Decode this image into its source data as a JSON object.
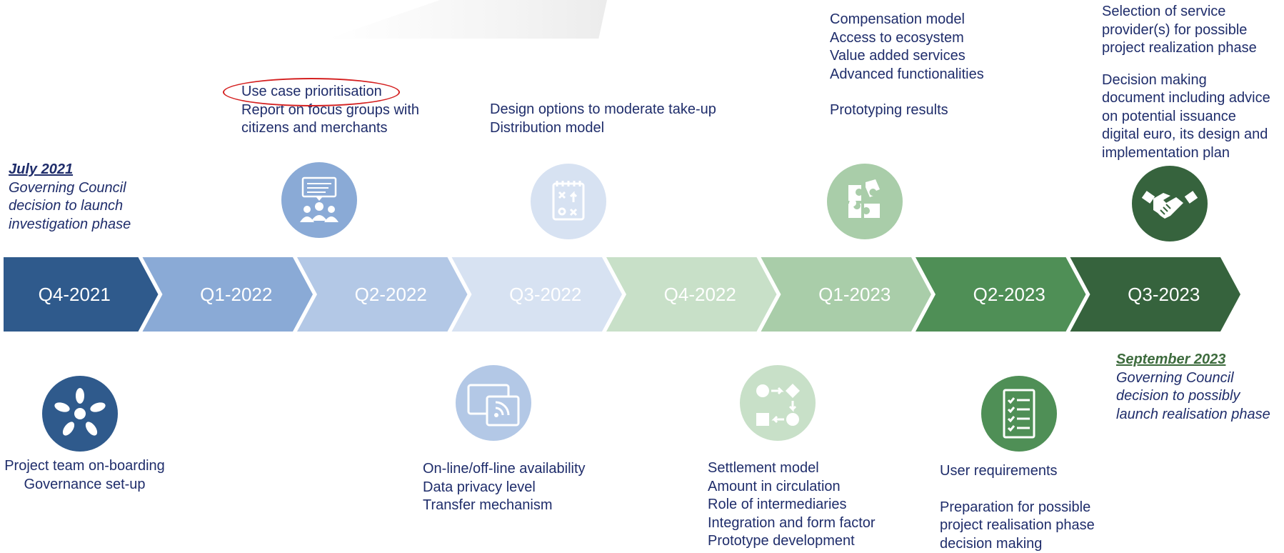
{
  "timeline": {
    "quarters": [
      {
        "label": "Q4-2021",
        "color": "#2f5a8c",
        "text": "#ffffff"
      },
      {
        "label": "Q1-2022",
        "color": "#8aaad6",
        "text": "#ffffff"
      },
      {
        "label": "Q2-2022",
        "color": "#b3c8e6",
        "text": "#ffffff"
      },
      {
        "label": "Q3-2022",
        "color": "#d7e2f2",
        "text": "#ffffff"
      },
      {
        "label": "Q4-2022",
        "color": "#c8e0c8",
        "text": "#ffffff"
      },
      {
        "label": "Q1-2023",
        "color": "#a9cda9",
        "text": "#ffffff"
      },
      {
        "label": "Q2-2023",
        "color": "#4f8f56",
        "text": "#ffffff"
      },
      {
        "label": "Q3-2023",
        "color": "#36633d",
        "text": "#ffffff"
      }
    ]
  },
  "start_note": {
    "heading": "July 2021",
    "lines": [
      "Governing Council",
      "decision to launch",
      "investigation phase"
    ]
  },
  "end_note": {
    "heading": "September 2023",
    "lines": [
      "Governing Council",
      "decision to possibly",
      "launch realisation phase"
    ]
  },
  "top": {
    "q1_2022": [
      "Use case prioritisation",
      "Report on focus groups with",
      "citizens and merchants"
    ],
    "q3_2022": [
      "Design options to moderate take-up",
      "Distribution model"
    ],
    "q1_2023_a": [
      "Compensation model",
      "Access to ecosystem",
      "Value added services",
      "Advanced functionalities"
    ],
    "q1_2023_b": [
      "Prototyping results"
    ],
    "q3_2023_a": [
      "Selection of service",
      "provider(s) for possible",
      "project realization phase"
    ],
    "q3_2023_b": [
      "Decision making",
      "document including advice",
      "on potential issuance",
      "digital euro, its design and",
      "implementation plan"
    ]
  },
  "bottom": {
    "q4_2021": [
      "Project team on-boarding",
      "Governance set-up"
    ],
    "q2_2022": [
      "On-line/off-line availability",
      "Data privacy level",
      "Transfer mechanism"
    ],
    "q4_2022": [
      "Settlement model",
      "Amount in circulation",
      "Role of intermediaries",
      "Integration and form factor",
      "Prototype development"
    ],
    "q2_2023_a": [
      "User requirements"
    ],
    "q2_2023_b": [
      "Preparation for possible",
      "project realisation phase",
      "decision making"
    ]
  },
  "icons": {
    "team": {
      "name": "hands-circle-icon",
      "color": "#2f5a8c"
    },
    "focus": {
      "name": "focus-group-icon",
      "color": "#8aaad6"
    },
    "online": {
      "name": "wireless-device-icon",
      "color": "#b3c8e6"
    },
    "strategy": {
      "name": "strategy-board-icon",
      "color": "#d7e2f2"
    },
    "process": {
      "name": "process-flow-icon",
      "color": "#c8e0c8"
    },
    "puzzle": {
      "name": "puzzle-icon",
      "color": "#a9cda9"
    },
    "checklist": {
      "name": "checklist-icon",
      "color": "#4f8f56"
    },
    "handshake": {
      "name": "handshake-icon",
      "color": "#36633d"
    }
  }
}
